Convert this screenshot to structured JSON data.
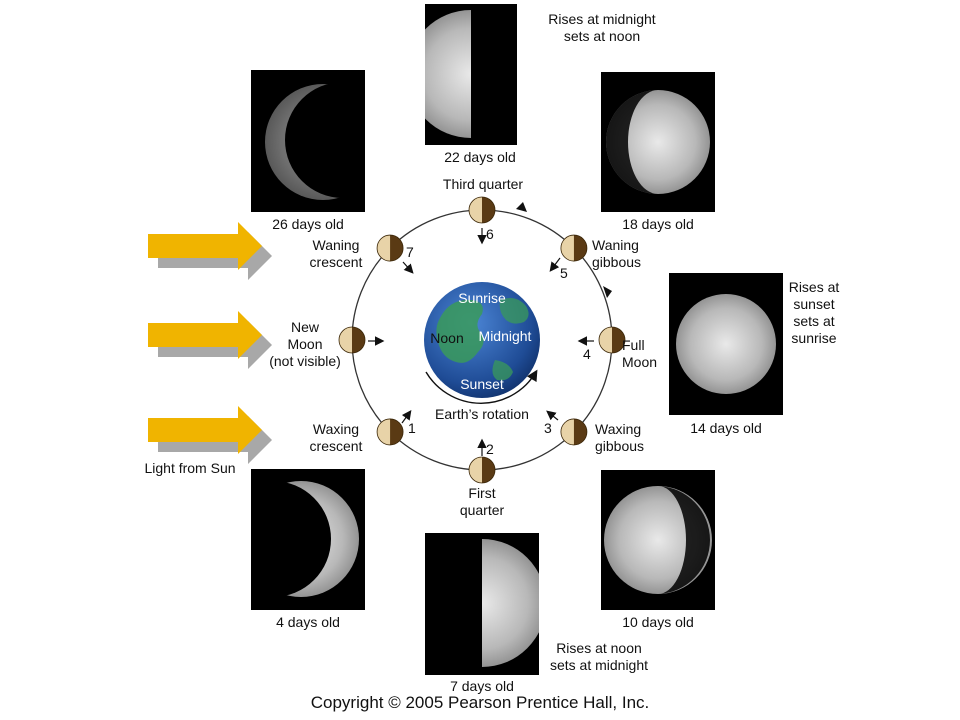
{
  "phases": {
    "new_moon": "New\nMoon\n(not visible)",
    "waxing_crescent": "Waxing\ncrescent",
    "first_quarter": "First\nquarter",
    "waxing_gibbous": "Waxing\ngibbous",
    "full_moon": "Full\nMoon",
    "waning_gibbous": "Waning\ngibbous",
    "third_quarter": "Third quarter",
    "waning_crescent": "Waning\ncrescent"
  },
  "positions": [
    "1",
    "2",
    "3",
    "4",
    "5",
    "6",
    "7"
  ],
  "ages": {
    "a4": "4 days old",
    "a7": "7 days old",
    "a10": "10 days old",
    "a14": "14 days old",
    "a18": "18 days old",
    "a22": "22 days old",
    "a26": "26 days old"
  },
  "rise_set": {
    "full": "Rises at\nsunset\nsets at\nsunrise",
    "third": "Rises at midnight\nsets at noon",
    "first": "Rises at noon\nsets at midnight"
  },
  "earth": {
    "sunrise": "Sunrise",
    "noon": "Noon",
    "midnight": "Midnight",
    "sunset": "Sunset",
    "rotation": "Earth’s rotation"
  },
  "sun_label": "Light from Sun",
  "copyright": "Copyright © 2005 Pearson Prentice Hall, Inc.",
  "colors": {
    "arrow_gold": "#f0b400",
    "arrow_shadow": "#a8a8a8",
    "moon_lit": "#e8d3a8",
    "moon_dark": "#5a3a14",
    "earth_ocean": "#2a5fa8",
    "earth_land": "#3a9a5a"
  }
}
